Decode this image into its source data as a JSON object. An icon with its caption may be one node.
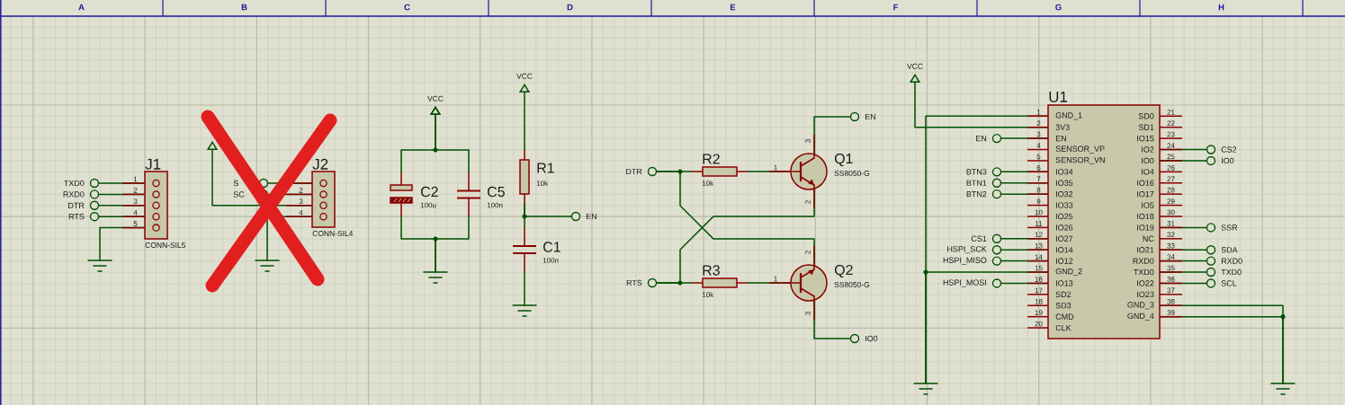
{
  "diagram": {
    "nodes": [
      {
        "text": [],
        "shape": "terminal",
        "beside": [
          "TXD0"
        ]
      },
      {
        "text": [],
        "shape": "terminal",
        "beside": [
          "RXD0"
        ]
      },
      {
        "text": [],
        "shape": "terminal",
        "beside": [
          "DTR"
        ]
      },
      {
        "text": [],
        "shape": "terminal",
        "beside": [
          "RTS"
        ]
      },
      {
        "text": [
          "J1"
        ],
        "beside": [
          "CONN-SIL5",
          "1",
          "2",
          "3",
          "4",
          "5"
        ]
      },
      {
        "text": [],
        "shape": "ground"
      },
      {
        "text": [],
        "shape": "terminal",
        "beside": [
          "S"
        ]
      },
      {
        "text": [],
        "shape": "terminal",
        "beside": [
          "SC"
        ]
      },
      {
        "text": [
          "J2"
        ],
        "beside": [
          "CONN-SIL4",
          "2",
          "3",
          "4"
        ]
      },
      {
        "text": [],
        "shape": "ground"
      },
      {
        "text": [
          "VCC"
        ]
      },
      {
        "text": [],
        "shape": "capacitor",
        "beside": [
          "C2",
          "100u"
        ]
      },
      {
        "text": [],
        "shape": "capacitor",
        "beside": [
          "C5",
          "100n"
        ]
      },
      {
        "text": [],
        "shape": "ground"
      },
      {
        "text": [
          "VCC"
        ]
      },
      {
        "text": [],
        "shape": "resistor",
        "beside": [
          "R1",
          "10k"
        ]
      },
      {
        "text": [],
        "shape": "terminal",
        "beside": [
          "EN"
        ]
      },
      {
        "text": [],
        "shape": "capacitor",
        "beside": [
          "C1",
          "100n"
        ]
      },
      {
        "text": [],
        "shape": "ground"
      },
      {
        "text": [],
        "shape": "terminal",
        "beside": [
          "DTR"
        ]
      },
      {
        "text": [],
        "shape": "resistor",
        "beside": [
          "R2",
          "10k"
        ]
      },
      {
        "text": [],
        "shape": "transistor",
        "beside": [
          "Q1",
          "SS8050-G",
          "1",
          "2",
          "3"
        ]
      },
      {
        "text": [],
        "shape": "terminal",
        "beside": [
          "EN"
        ]
      },
      {
        "text": [],
        "shape": "terminal",
        "beside": [
          "RTS"
        ]
      },
      {
        "text": [],
        "shape": "resistor",
        "beside": [
          "R3",
          "10k"
        ]
      },
      {
        "text": [],
        "shape": "transistor",
        "beside": [
          "Q2",
          "SS8050-G",
          "1",
          "2",
          "3"
        ]
      },
      {
        "text": [],
        "shape": "terminal",
        "beside": [
          "IO0"
        ]
      },
      {
        "text": [
          "VCC"
        ]
      },
      {
        "text": [
          "U1",
          "GND_1",
          "3V3",
          "EN",
          "SENSOR_VP",
          "SENSOR_VN",
          "IO34",
          "IO35",
          "IO32",
          "IO33",
          "IO25",
          "IO26",
          "IO27",
          "IO14",
          "IO12",
          "GND_2",
          "IO13",
          "SD2",
          "SD3",
          "CMD",
          "CLK",
          "SD0",
          "SD1",
          "IO15",
          "IO2",
          "IO0",
          "IO4",
          "IO16",
          "IO17",
          "IO5",
          "IO18",
          "IO19",
          "NC",
          "IO21",
          "RXD0",
          "TXD0",
          "IO22",
          "IO23",
          "GND_3",
          "GND_4"
        ],
        "beside": [
          "1",
          "2",
          "3",
          "4",
          "5",
          "6",
          "7",
          "8",
          "9",
          "10",
          "11",
          "12",
          "13",
          "14",
          "15",
          "16",
          "17",
          "18",
          "19",
          "20",
          "21",
          "22",
          "23",
          "24",
          "25",
          "26",
          "27",
          "28",
          "29",
          "30",
          "31",
          "32",
          "33",
          "34",
          "35",
          "36",
          "37",
          "38",
          "39"
        ]
      },
      {
        "text": [],
        "shape": "terminal",
        "beside": [
          "EN"
        ]
      },
      {
        "text": [],
        "shape": "terminal",
        "beside": [
          "BTN3"
        ]
      },
      {
        "text": [],
        "shape": "terminal",
        "beside": [
          "BTN1"
        ]
      },
      {
        "text": [],
        "shape": "terminal",
        "beside": [
          "BTN2"
        ]
      },
      {
        "text": [],
        "shape": "terminal",
        "beside": [
          "CS1"
        ]
      },
      {
        "text": [],
        "shape": "terminal",
        "beside": [
          "HSPI_SCK"
        ]
      },
      {
        "text": [],
        "shape": "terminal",
        "beside": [
          "HSPI_MISO"
        ]
      },
      {
        "text": [],
        "shape": "terminal",
        "beside": [
          "HSPI_MOSI"
        ]
      },
      {
        "text": [],
        "shape": "terminal",
        "beside": [
          "CS2"
        ]
      },
      {
        "text": [],
        "shape": "terminal",
        "beside": [
          "IO0"
        ]
      },
      {
        "text": [],
        "shape": "terminal",
        "beside": [
          "SSR"
        ]
      },
      {
        "text": [],
        "shape": "terminal",
        "beside": [
          "SDA"
        ]
      },
      {
        "text": [],
        "shape": "terminal",
        "beside": [
          "RXD0"
        ]
      },
      {
        "text": [],
        "shape": "terminal",
        "beside": [
          "TXD0"
        ]
      },
      {
        "text": [],
        "shape": "terminal",
        "beside": [
          "SCL"
        ]
      },
      {
        "text": [],
        "shape": "ground"
      },
      {
        "text": [],
        "shape": "ground"
      }
    ],
    "edges": [
      {
        "from": 0,
        "to": 4,
        "arrow": "none"
      },
      {
        "from": 1,
        "to": 4,
        "arrow": "none"
      },
      {
        "from": 2,
        "to": 4,
        "arrow": "none"
      },
      {
        "from": 3,
        "to": 4,
        "arrow": "none"
      },
      {
        "from": 4,
        "to": 5,
        "arrow": "none"
      },
      {
        "from": 6,
        "to": 8,
        "arrow": "none"
      },
      {
        "from": 7,
        "to": 8,
        "arrow": "none"
      },
      {
        "from": 8,
        "to": null,
        "arrow": "to"
      },
      {
        "from": 8,
        "to": 9,
        "arrow": "none"
      },
      {
        "from": 11,
        "to": 10,
        "arrow": "to"
      },
      {
        "from": 12,
        "to": 10,
        "arrow": "to"
      },
      {
        "from": 11,
        "to": 13,
        "arrow": "none"
      },
      {
        "from": 12,
        "to": 13,
        "arrow": "none"
      },
      {
        "from": 15,
        "to": 14,
        "arrow": "to"
      },
      {
        "from": 15,
        "to": 16,
        "arrow": "none"
      },
      {
        "from": 15,
        "to": 17,
        "arrow": "none"
      },
      {
        "from": 17,
        "to": 18,
        "arrow": "none"
      },
      {
        "from": 19,
        "to": 20,
        "arrow": "none"
      },
      {
        "from": 20,
        "to": 21,
        "arrow": "none"
      },
      {
        "from": 21,
        "to": 22,
        "arrow": "none"
      },
      {
        "from": 19,
        "to": 25,
        "arrow": "none"
      },
      {
        "from": 23,
        "to": 21,
        "arrow": "none"
      },
      {
        "from": 23,
        "to": 24,
        "arrow": "none"
      },
      {
        "from": 24,
        "to": 25,
        "arrow": "none"
      },
      {
        "from": 25,
        "to": 26,
        "arrow": "none"
      },
      {
        "from": 28,
        "to": 27,
        "arrow": "to"
      },
      {
        "from": 28,
        "to": 44,
        "arrow": "none"
      },
      {
        "from": 28,
        "to": 44,
        "arrow": "none"
      },
      {
        "from": 29,
        "to": 28,
        "arrow": "none"
      },
      {
        "from": 30,
        "to": 28,
        "arrow": "none"
      },
      {
        "from": 31,
        "to": 28,
        "arrow": "none"
      },
      {
        "from": 32,
        "to": 28,
        "arrow": "none"
      },
      {
        "from": 33,
        "to": 28,
        "arrow": "none"
      },
      {
        "from": 34,
        "to": 28,
        "arrow": "none"
      },
      {
        "from": 35,
        "to": 28,
        "arrow": "none"
      },
      {
        "from": 36,
        "to": 28,
        "arrow": "none"
      },
      {
        "from": 28,
        "to": 37,
        "arrow": "none"
      },
      {
        "from": 28,
        "to": 38,
        "arrow": "none"
      },
      {
        "from": 28,
        "to": 39,
        "arrow": "none"
      },
      {
        "from": 28,
        "to": 40,
        "arrow": "none"
      },
      {
        "from": 28,
        "to": 41,
        "arrow": "none"
      },
      {
        "from": 28,
        "to": 42,
        "arrow": "none"
      },
      {
        "from": 28,
        "to": 43,
        "arrow": "none"
      },
      {
        "from": 28,
        "to": 45,
        "arrow": "none"
      },
      {
        "from": 28,
        "to": 45,
        "arrow": "none"
      }
    ],
    "labels": [
      "A",
      "B",
      "C",
      "D",
      "E",
      "F",
      "G",
      "H"
    ]
  }
}
